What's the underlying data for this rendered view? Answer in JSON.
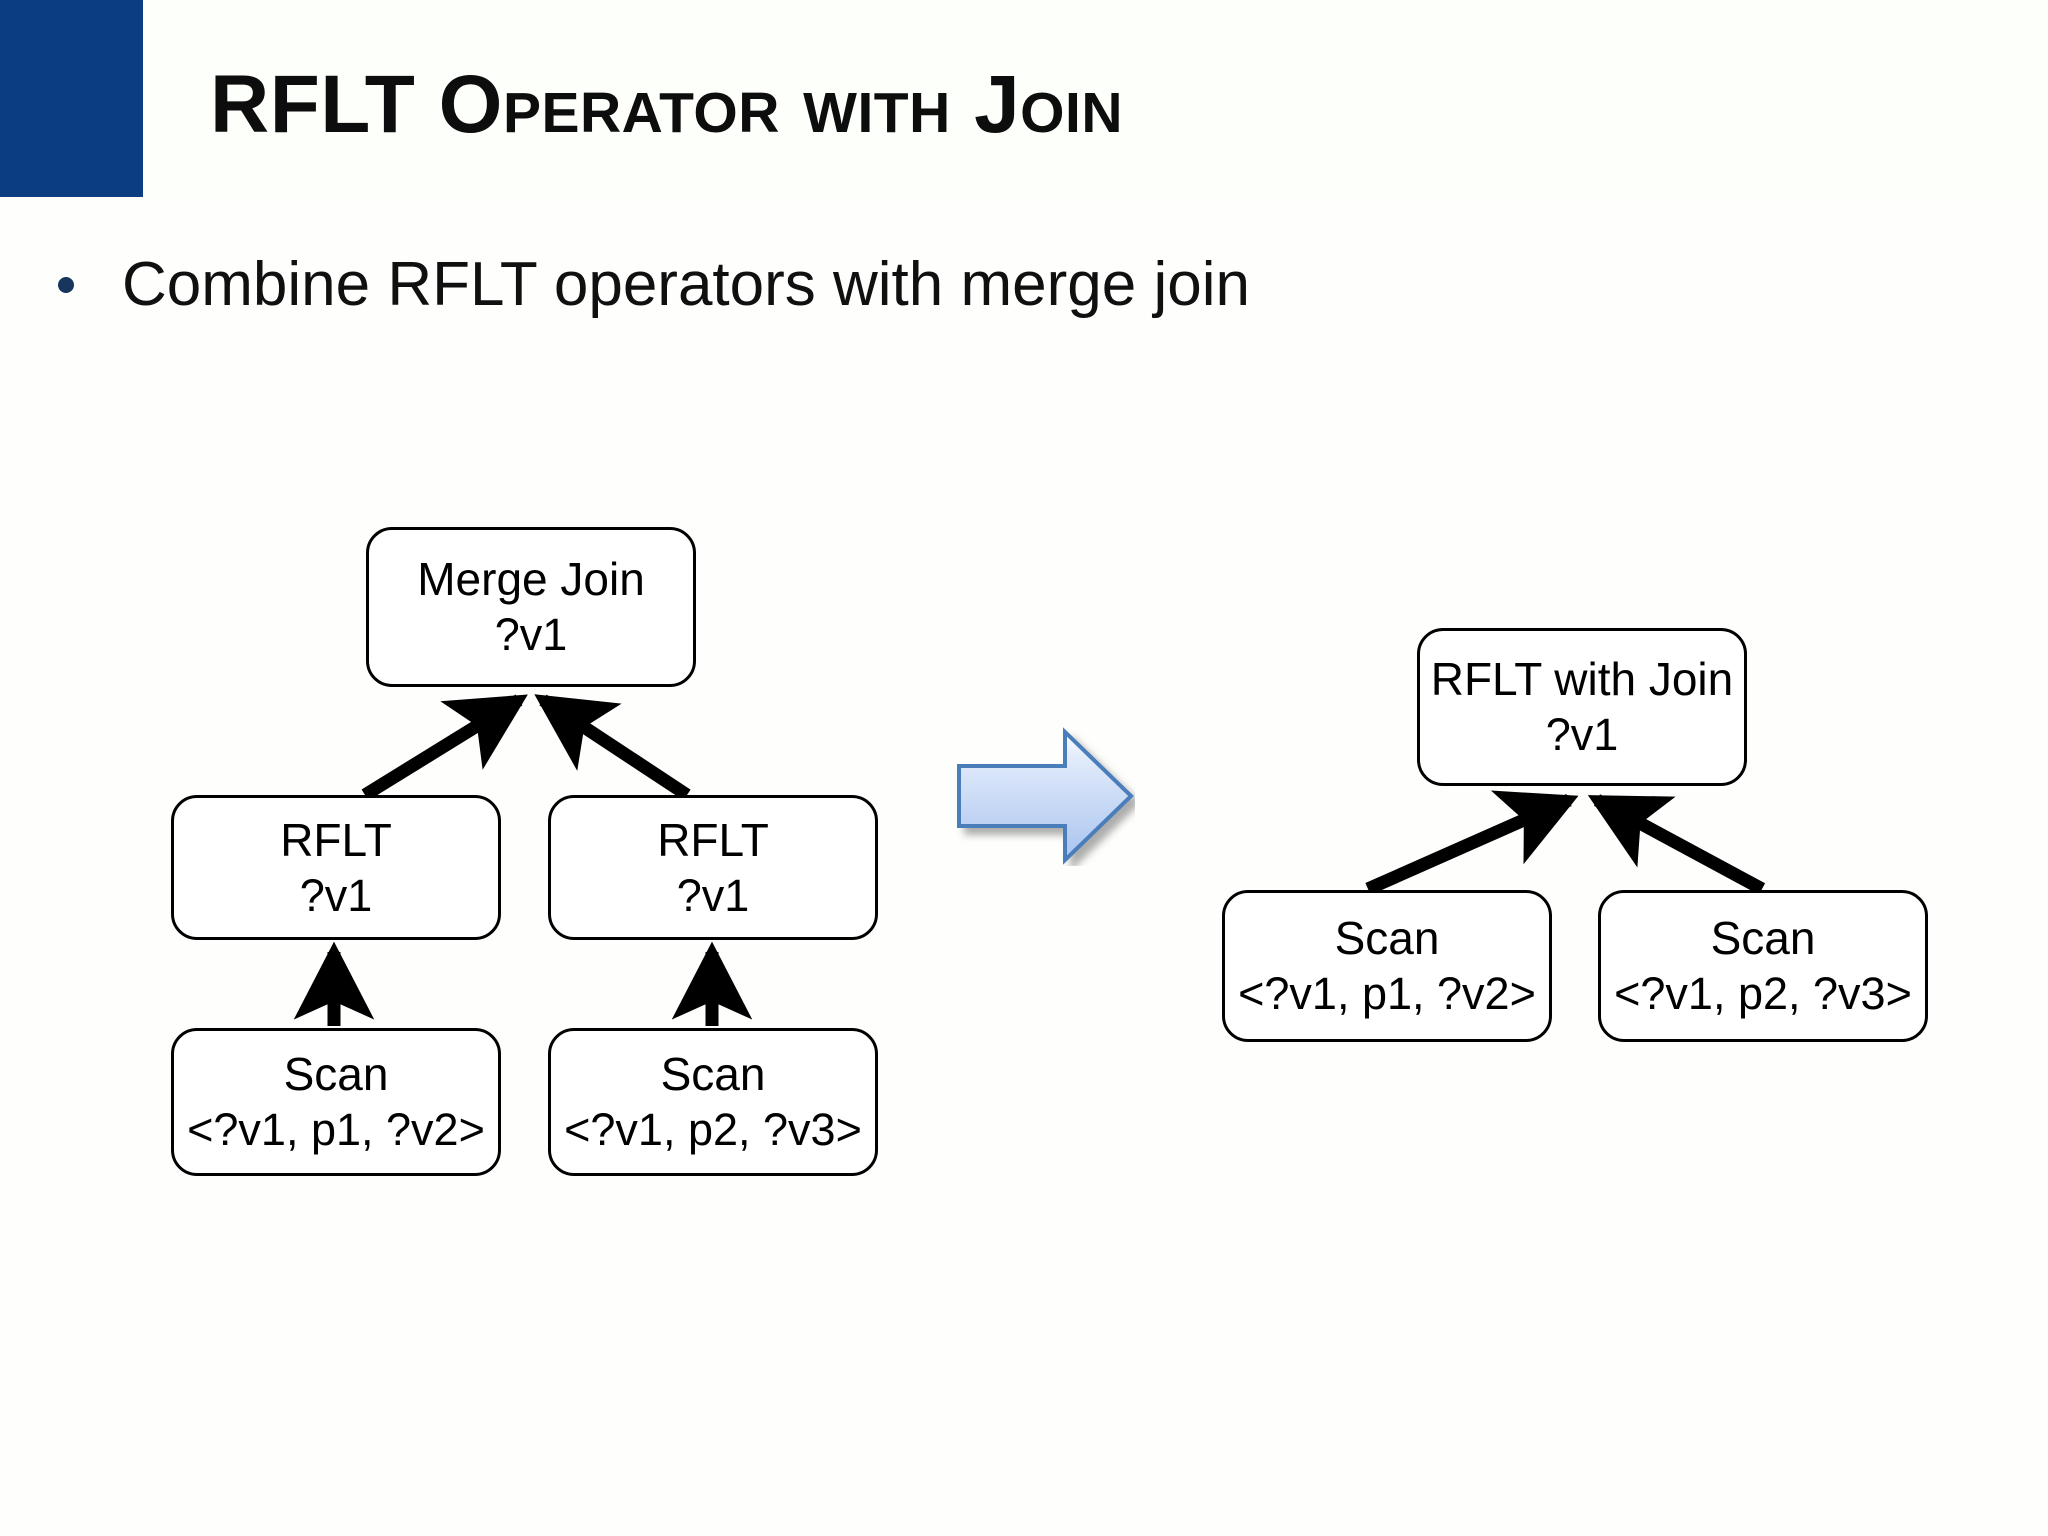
{
  "slide": {
    "title": "RFLT Operator with Join",
    "accent_color": "#0b3d82",
    "background_color": "#fefffd"
  },
  "bullets": [
    {
      "marker": "bullet-dot",
      "text": "Combine RFLT operators with merge join"
    }
  ],
  "diagram": {
    "left_tree": {
      "name": "merge-join-plan",
      "nodes": [
        {
          "id": "merge-join",
          "title": "Merge Join",
          "subtitle": "?v1"
        },
        {
          "id": "rflt-left",
          "title": "RFLT",
          "subtitle": "?v1"
        },
        {
          "id": "rflt-right",
          "title": "RFLT",
          "subtitle": "?v1"
        },
        {
          "id": "scan-left",
          "title": "Scan",
          "subtitle": "<?v1, p1, ?v2>"
        },
        {
          "id": "scan-right",
          "title": "Scan",
          "subtitle": "<?v1, p2, ?v3>"
        }
      ]
    },
    "transform_arrow": {
      "name": "transform-arrow",
      "direction": "right",
      "fill_start": "#ffffff",
      "fill_end": "#a9c4ef",
      "stroke": "#4a7ebb"
    },
    "right_tree": {
      "name": "rflt-with-join-plan",
      "nodes": [
        {
          "id": "rflt-with-join",
          "title": "RFLT with Join",
          "subtitle": "?v1"
        },
        {
          "id": "scan-left",
          "title": "Scan",
          "subtitle": "<?v1, p1, ?v2>"
        },
        {
          "id": "scan-right",
          "title": "Scan",
          "subtitle": "<?v1, p2, ?v3>"
        }
      ]
    }
  }
}
